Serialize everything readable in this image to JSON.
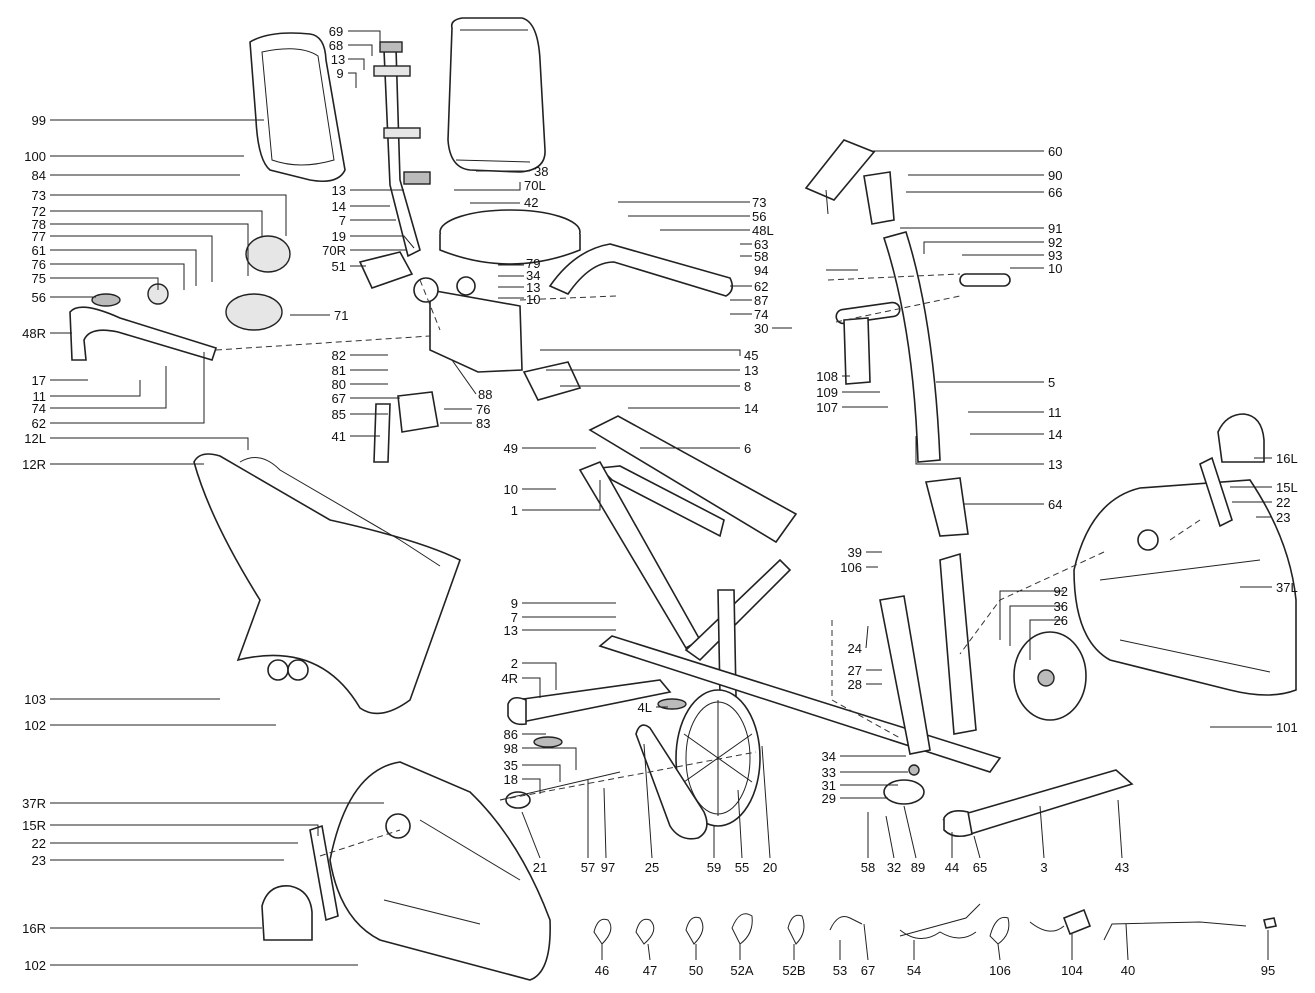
{
  "callouts": [
    {
      "id": "l69",
      "text": "69"
    },
    {
      "id": "l68",
      "text": "68"
    },
    {
      "id": "l13a",
      "text": "13"
    },
    {
      "id": "l9a",
      "text": "9"
    },
    {
      "id": "l99",
      "text": "99"
    },
    {
      "id": "l100",
      "text": "100"
    },
    {
      "id": "l84",
      "text": "84"
    },
    {
      "id": "l73a",
      "text": "73"
    },
    {
      "id": "l72",
      "text": "72"
    },
    {
      "id": "l78",
      "text": "78"
    },
    {
      "id": "l77",
      "text": "77"
    },
    {
      "id": "l61",
      "text": "61"
    },
    {
      "id": "l76a",
      "text": "76"
    },
    {
      "id": "l75",
      "text": "75"
    },
    {
      "id": "l56a",
      "text": "56"
    },
    {
      "id": "l48R",
      "text": "48R"
    },
    {
      "id": "l17",
      "text": "17"
    },
    {
      "id": "l11a",
      "text": "11"
    },
    {
      "id": "l74a",
      "text": "74"
    },
    {
      "id": "l62a",
      "text": "62"
    },
    {
      "id": "l12L",
      "text": "12L"
    },
    {
      "id": "l12R",
      "text": "12R"
    },
    {
      "id": "l13b",
      "text": "13"
    },
    {
      "id": "l14a",
      "text": "14"
    },
    {
      "id": "l7a",
      "text": "7"
    },
    {
      "id": "l19",
      "text": "19"
    },
    {
      "id": "l70R",
      "text": "70R"
    },
    {
      "id": "l51",
      "text": "51"
    },
    {
      "id": "l71",
      "text": "71"
    },
    {
      "id": "l38",
      "text": "38"
    },
    {
      "id": "l70L",
      "text": "70L"
    },
    {
      "id": "l42",
      "text": "42"
    },
    {
      "id": "l79",
      "text": "79"
    },
    {
      "id": "l34a",
      "text": "34"
    },
    {
      "id": "l13c",
      "text": "13"
    },
    {
      "id": "l10a",
      "text": "10"
    },
    {
      "id": "l82",
      "text": "82"
    },
    {
      "id": "l81",
      "text": "81"
    },
    {
      "id": "l80",
      "text": "80"
    },
    {
      "id": "l67a",
      "text": "67"
    },
    {
      "id": "l85",
      "text": "85"
    },
    {
      "id": "l41",
      "text": "41"
    },
    {
      "id": "l88",
      "text": "88"
    },
    {
      "id": "l76b",
      "text": "76"
    },
    {
      "id": "l83",
      "text": "83"
    },
    {
      "id": "l45",
      "text": "45"
    },
    {
      "id": "l13d",
      "text": "13"
    },
    {
      "id": "l8",
      "text": "8"
    },
    {
      "id": "l14b",
      "text": "14"
    },
    {
      "id": "l49",
      "text": "49"
    },
    {
      "id": "l6",
      "text": "6"
    },
    {
      "id": "l10b",
      "text": "10"
    },
    {
      "id": "l1",
      "text": "1"
    },
    {
      "id": "l73b",
      "text": "73"
    },
    {
      "id": "l56b",
      "text": "56"
    },
    {
      "id": "l48L",
      "text": "48L"
    },
    {
      "id": "l63",
      "text": "63"
    },
    {
      "id": "l58a",
      "text": "58"
    },
    {
      "id": "l94",
      "text": "94"
    },
    {
      "id": "l62b",
      "text": "62"
    },
    {
      "id": "l87",
      "text": "87"
    },
    {
      "id": "l74b",
      "text": "74"
    },
    {
      "id": "l30",
      "text": "30"
    },
    {
      "id": "l108",
      "text": "108"
    },
    {
      "id": "l109",
      "text": "109"
    },
    {
      "id": "l107",
      "text": "107"
    },
    {
      "id": "l60",
      "text": "60"
    },
    {
      "id": "l90",
      "text": "90"
    },
    {
      "id": "l66",
      "text": "66"
    },
    {
      "id": "l91",
      "text": "91"
    },
    {
      "id": "l92a",
      "text": "92"
    },
    {
      "id": "l93",
      "text": "93"
    },
    {
      "id": "l10c",
      "text": "10"
    },
    {
      "id": "l5",
      "text": "5"
    },
    {
      "id": "l11b",
      "text": "11"
    },
    {
      "id": "l14c",
      "text": "14"
    },
    {
      "id": "l13e",
      "text": "13"
    },
    {
      "id": "l64",
      "text": "64"
    },
    {
      "id": "l16L",
      "text": "16L"
    },
    {
      "id": "l15L",
      "text": "15L"
    },
    {
      "id": "l22a",
      "text": "22"
    },
    {
      "id": "l23a",
      "text": "23"
    },
    {
      "id": "l37L",
      "text": "37L"
    },
    {
      "id": "l101",
      "text": "101"
    },
    {
      "id": "l39",
      "text": "39"
    },
    {
      "id": "l106a",
      "text": "106"
    },
    {
      "id": "l92b",
      "text": "92"
    },
    {
      "id": "l36",
      "text": "36"
    },
    {
      "id": "l26",
      "text": "26"
    },
    {
      "id": "l24",
      "text": "24"
    },
    {
      "id": "l27",
      "text": "27"
    },
    {
      "id": "l28",
      "text": "28"
    },
    {
      "id": "l9b",
      "text": "9"
    },
    {
      "id": "l7b",
      "text": "7"
    },
    {
      "id": "l13f",
      "text": "13"
    },
    {
      "id": "l2",
      "text": "2"
    },
    {
      "id": "l4R",
      "text": "4R"
    },
    {
      "id": "l4L",
      "text": "4L"
    },
    {
      "id": "l86",
      "text": "86"
    },
    {
      "id": "l98",
      "text": "98"
    },
    {
      "id": "l35",
      "text": "35"
    },
    {
      "id": "l18",
      "text": "18"
    },
    {
      "id": "l103",
      "text": "103"
    },
    {
      "id": "l102a",
      "text": "102"
    },
    {
      "id": "l37R",
      "text": "37R"
    },
    {
      "id": "l15R",
      "text": "15R"
    },
    {
      "id": "l22b",
      "text": "22"
    },
    {
      "id": "l23b",
      "text": "23"
    },
    {
      "id": "l16R",
      "text": "16R"
    },
    {
      "id": "l102b",
      "text": "102"
    },
    {
      "id": "l21",
      "text": "21"
    },
    {
      "id": "l57",
      "text": "57"
    },
    {
      "id": "l97",
      "text": "97"
    },
    {
      "id": "l25",
      "text": "25"
    },
    {
      "id": "l59",
      "text": "59"
    },
    {
      "id": "l55",
      "text": "55"
    },
    {
      "id": "l20",
      "text": "20"
    },
    {
      "id": "l34b",
      "text": "34"
    },
    {
      "id": "l33",
      "text": "33"
    },
    {
      "id": "l31",
      "text": "31"
    },
    {
      "id": "l29",
      "text": "29"
    },
    {
      "id": "l58b",
      "text": "58"
    },
    {
      "id": "l32",
      "text": "32"
    },
    {
      "id": "l89",
      "text": "89"
    },
    {
      "id": "l44",
      "text": "44"
    },
    {
      "id": "l65",
      "text": "65"
    },
    {
      "id": "l3",
      "text": "3"
    },
    {
      "id": "l43",
      "text": "43"
    },
    {
      "id": "l46",
      "text": "46"
    },
    {
      "id": "l47",
      "text": "47"
    },
    {
      "id": "l50",
      "text": "50"
    },
    {
      "id": "l52A",
      "text": "52A"
    },
    {
      "id": "l52B",
      "text": "52B"
    },
    {
      "id": "l53",
      "text": "53"
    },
    {
      "id": "l67b",
      "text": "67"
    },
    {
      "id": "l54",
      "text": "54"
    },
    {
      "id": "l106b",
      "text": "106"
    },
    {
      "id": "l104",
      "text": "104"
    },
    {
      "id": "l40",
      "text": "40"
    },
    {
      "id": "l95",
      "text": "95"
    }
  ]
}
